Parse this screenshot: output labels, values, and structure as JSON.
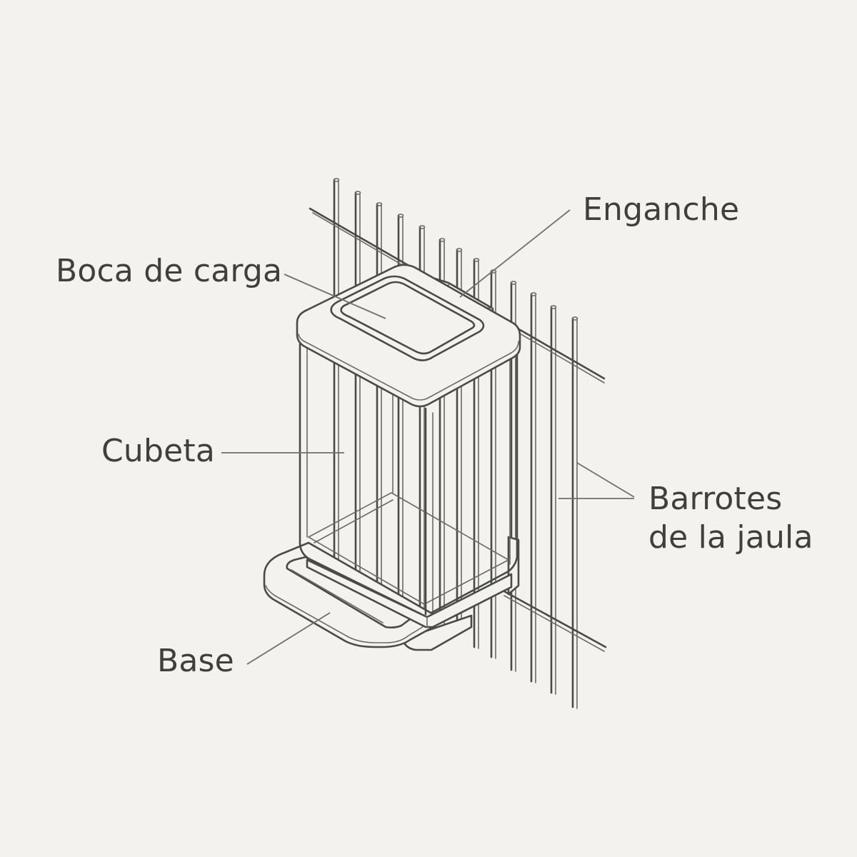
{
  "labels": {
    "enganche": "Enganche",
    "boca_de_carga": "Boca de carga",
    "cubeta": "Cubeta",
    "barrotes": "Barrotes de la jaula",
    "base": "Base"
  },
  "colors": {
    "background": "#f3f2ee",
    "ink": "#4a4a46",
    "text": "#3f3f3b"
  }
}
